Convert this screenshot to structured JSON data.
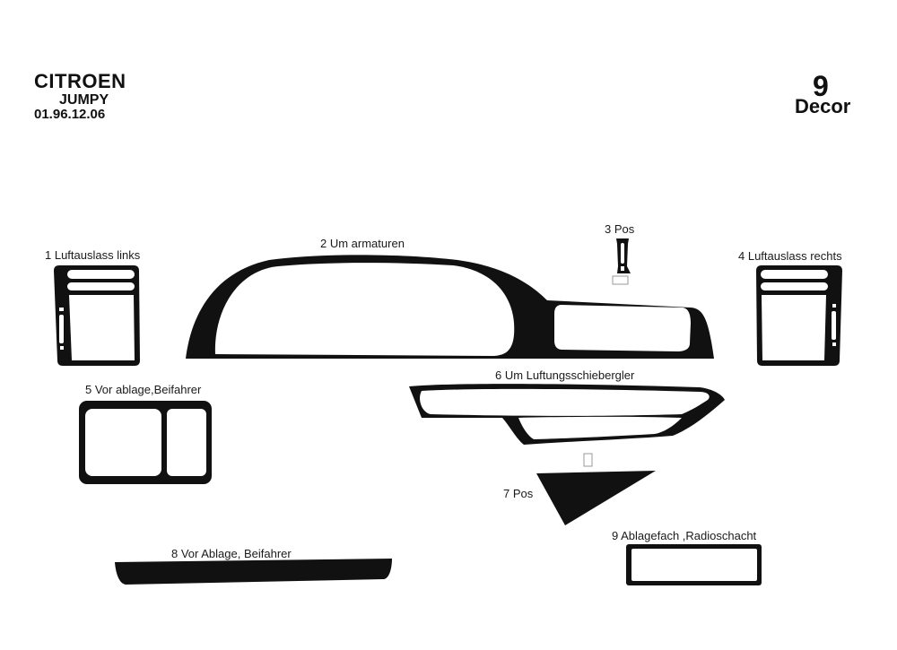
{
  "header": {
    "brand": "CITROEN",
    "model": "JUMPY",
    "production_dates": "01.96.12.06",
    "kit_piece_count": "9",
    "kit_type": "Decor"
  },
  "parts": [
    {
      "number": "1",
      "label": "1 Luftauslass links"
    },
    {
      "number": "2",
      "label": "2 Um armaturen"
    },
    {
      "number": "3",
      "label": "3 Pos"
    },
    {
      "number": "4",
      "label": "4 Luftauslass rechts"
    },
    {
      "number": "5",
      "label": "5 Vor ablage,Beifahrer"
    },
    {
      "number": "6",
      "label": "6 Um Luftungsschiebergler"
    },
    {
      "number": "7",
      "label": "7 Pos"
    },
    {
      "number": "8",
      "label": "8  Vor Ablage, Beifahrer"
    },
    {
      "number": "9",
      "label": "9  Ablagefach ,Radioschacht"
    }
  ],
  "colors": {
    "part_fill": "#111111",
    "background": "#ffffff",
    "position_marker": "#999999"
  }
}
